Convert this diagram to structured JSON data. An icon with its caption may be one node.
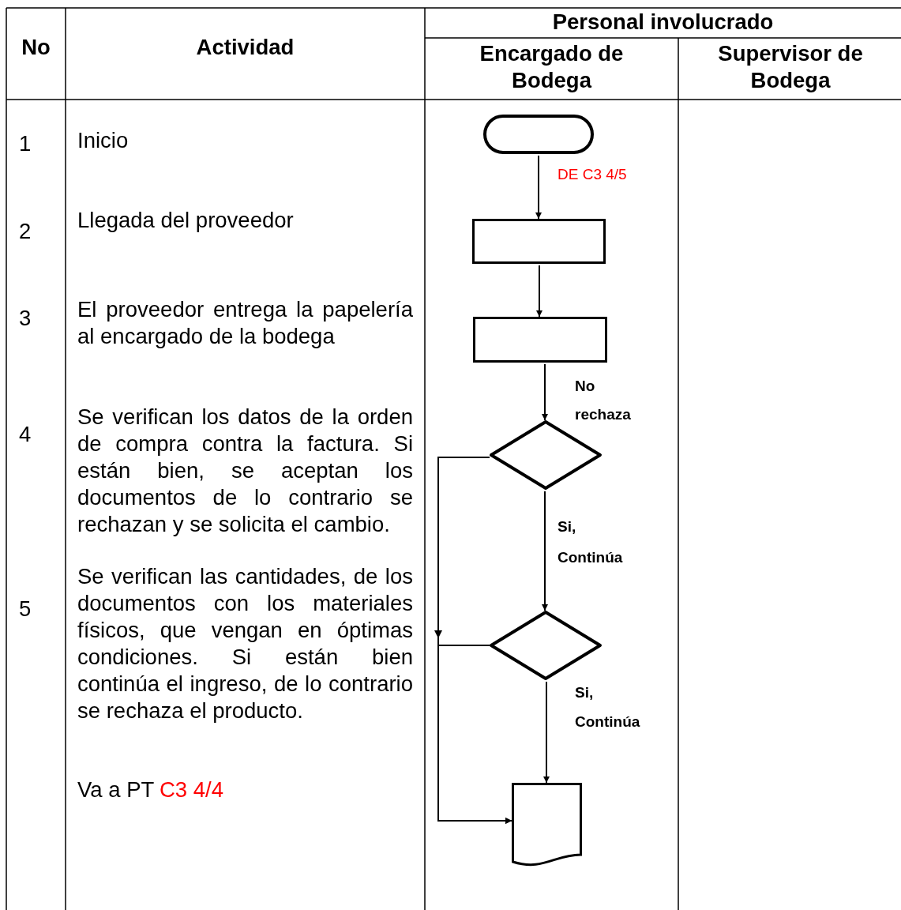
{
  "diagram": {
    "nodes": [
      {
        "text": [],
        "shape": "pill"
      },
      {
        "text": [],
        "shape": "box"
      },
      {
        "text": [],
        "shape": "box"
      },
      {
        "text": [],
        "shape": "diamond"
      },
      {
        "text": [],
        "shape": "diamond"
      },
      {
        "text": [],
        "shape": "document"
      }
    ],
    "edges": [
      {
        "from": 0,
        "to": 1,
        "arrow": "to",
        "label": "DE C3 4/5"
      },
      {
        "from": 1,
        "to": 2,
        "arrow": "to"
      },
      {
        "from": 2,
        "to": 3,
        "arrow": "to",
        "label": "No rechaza"
      },
      {
        "from": 3,
        "to": 4,
        "arrow": "to",
        "label": "Si, Continúa"
      },
      {
        "from": 3,
        "to": 5,
        "arrow": "to"
      },
      {
        "from": 4,
        "to": 5,
        "arrow": "to"
      },
      {
        "from": 4,
        "to": 5,
        "arrow": "to",
        "label": "Si, Continúa"
      }
    ],
    "labels": [
      "No",
      "Actividad",
      "Personal involucrado",
      "Encargado de Bodega",
      "Supervisor de Bodega",
      "1",
      "Inicio",
      "2",
      "Llegada del proveedor",
      "3",
      "El proveedor entrega la papelería al encargado de la bodega",
      "4",
      "Se verifican los datos de la orden de compra contra la factura. Si están bien, se aceptan los documentos de lo contrario se rechazan y se solicita el cambio.",
      "5",
      "Se verifican las cantidades, de los documentos con los materiales físicos, que vengan en óptimas condiciones. Si están bien continúa el ingreso, de lo contrario se rechaza el producto.",
      "Va a PT",
      "C3 4/4"
    ]
  }
}
